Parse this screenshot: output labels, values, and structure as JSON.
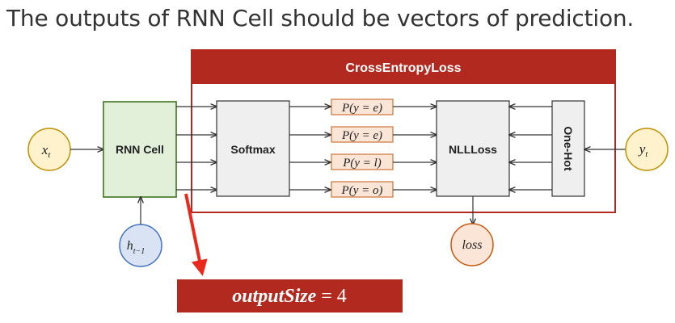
{
  "heading": "The outputs of RNN Cell should be vectors of prediction.",
  "cross_entropy_label": "CrossEntropyLoss",
  "rnn_cell_label": "RNN Cell",
  "softmax_label": "Softmax",
  "nllloss_label": "NLLLoss",
  "onehot_label": "One-Hot",
  "input_node": {
    "base": "x",
    "sub": "t"
  },
  "hidden_node": {
    "base": "h",
    "sub": "t−1"
  },
  "target_node": {
    "base": "y",
    "sub": "t"
  },
  "loss_node": "loss",
  "probabilities": [
    "P(y = e)",
    "P(y = e)",
    "P(y = l)",
    "P(y = o)"
  ],
  "output_size_var": "outputSize",
  "output_size_eq": " = ",
  "output_size_value": "4",
  "colors": {
    "dark_red": "#b22a1f",
    "cell_green_fill": "#e2efd9",
    "cell_green_border": "#548235",
    "gray_fill": "#efefef",
    "yellow_fill": "#fff2cc",
    "yellow_border": "#bf9000",
    "blue_fill": "#dae3f3",
    "blue_border": "#4472c4",
    "peach_fill": "#fbe5d6",
    "peach_border": "#c55a11",
    "prob_border": "#c55a11"
  }
}
